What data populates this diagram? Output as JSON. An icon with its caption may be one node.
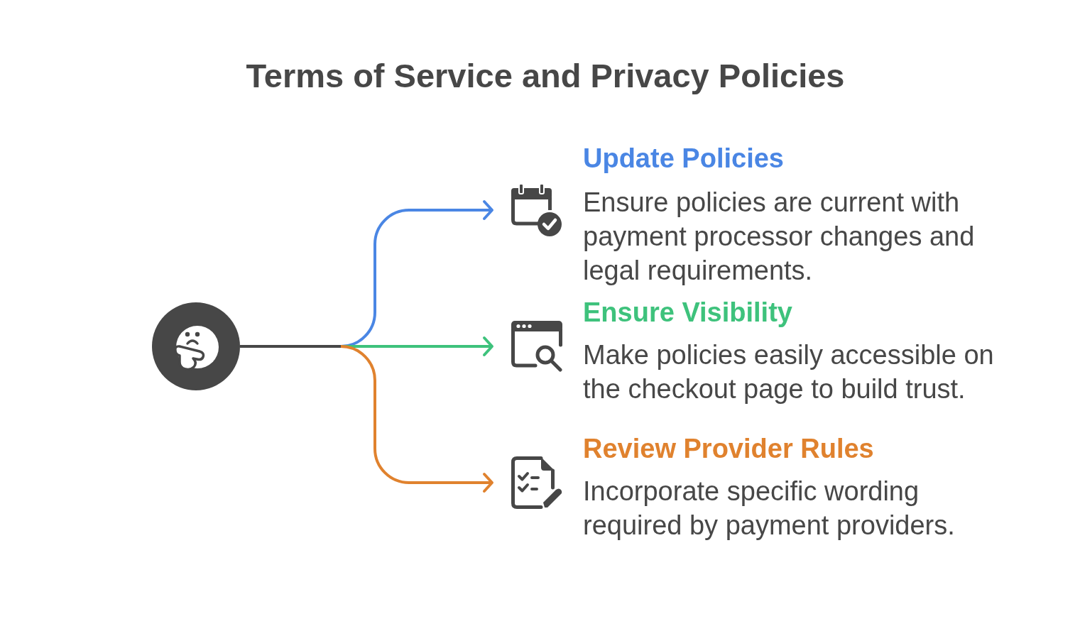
{
  "diagram": {
    "title": "Terms of Service and Privacy Policies",
    "nodes": [
      {
        "text": [],
        "shape": "circle"
      },
      {
        "text": [
          "Update Policies",
          "Ensure policies are current with payment processor changes and legal requirements."
        ]
      },
      {
        "text": [
          "Ensure Visibility",
          "Make policies easily accessible on the checkout page to build trust."
        ]
      },
      {
        "text": [
          "Review Provider Rules",
          "Incorporate specific wording required by payment providers."
        ]
      }
    ],
    "edges": [
      {
        "from": 0,
        "to": 1,
        "arrow": "to",
        "color": "#4a86e4"
      },
      {
        "from": 0,
        "to": 2,
        "arrow": "to",
        "color": "#3ec27c"
      },
      {
        "from": 0,
        "to": 3,
        "arrow": "to",
        "color": "#e0822e"
      }
    ]
  }
}
